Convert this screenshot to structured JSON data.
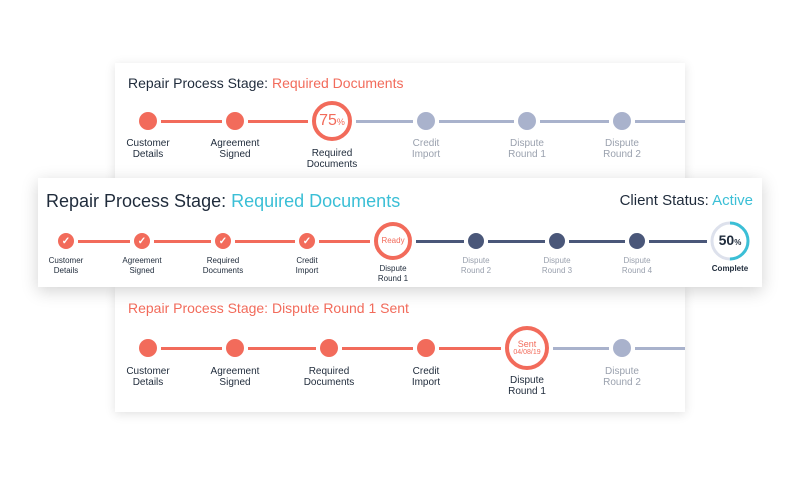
{
  "colors": {
    "coral": "#f26b5b",
    "pending": "#a9b2cc",
    "navy": "#4a5779",
    "teal": "#3bbfd6"
  },
  "card1": {
    "title_prefix": "Repair Process Stage:",
    "title_value": "Required Documents",
    "steps": [
      {
        "label": [
          "Customer",
          "Details"
        ],
        "state": "done"
      },
      {
        "label": [
          "Agreement",
          "Signed"
        ],
        "state": "done"
      },
      {
        "label": [
          "Required",
          "Documents"
        ],
        "state": "current",
        "badge": "75",
        "badge_unit": "%"
      },
      {
        "label": [
          "Credit",
          "Import"
        ],
        "state": "pending"
      },
      {
        "label": [
          "Dispute",
          "Round 1"
        ],
        "state": "pending"
      },
      {
        "label": [
          "Dispute",
          "Round 2"
        ],
        "state": "pending"
      }
    ]
  },
  "card2": {
    "title_prefix": "Repair Process Stage:",
    "title_value": "Required Documents",
    "status_prefix": "Client Status:",
    "status_value": "Active",
    "steps": [
      {
        "label": [
          "Customer",
          "Details"
        ],
        "state": "done"
      },
      {
        "label": [
          "Agreement",
          "Signed"
        ],
        "state": "done"
      },
      {
        "label": [
          "Required",
          "Documents"
        ],
        "state": "done"
      },
      {
        "label": [
          "Credit",
          "Import"
        ],
        "state": "done"
      },
      {
        "label": [
          "Dispute",
          "Round 1"
        ],
        "state": "current",
        "badge": "Ready"
      },
      {
        "label": [
          "Dispute",
          "Round 2"
        ],
        "state": "pending"
      },
      {
        "label": [
          "Dispute",
          "Round 3"
        ],
        "state": "pending"
      },
      {
        "label": [
          "Dispute",
          "Round 4"
        ],
        "state": "pending"
      }
    ],
    "complete": {
      "value": "50",
      "unit": "%",
      "label": "Complete",
      "fraction": 0.5
    }
  },
  "card3": {
    "title": "Repair Process Stage: Dispute Round 1 Sent",
    "steps": [
      {
        "label": [
          "Customer",
          "Details"
        ],
        "state": "done"
      },
      {
        "label": [
          "Agreement",
          "Signed"
        ],
        "state": "done"
      },
      {
        "label": [
          "Required",
          "Documents"
        ],
        "state": "done"
      },
      {
        "label": [
          "Credit",
          "Import"
        ],
        "state": "done"
      },
      {
        "label": [
          "Dispute",
          "Round 1"
        ],
        "state": "current",
        "badge": "Sent",
        "badge_sub": "04/08/19"
      },
      {
        "label": [
          "Dispute",
          "Round 2"
        ],
        "state": "pending"
      }
    ]
  }
}
